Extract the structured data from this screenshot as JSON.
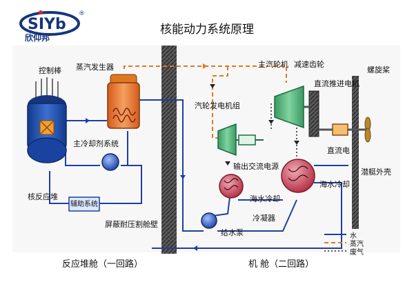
{
  "brand": {
    "logo_text": "SIYb",
    "subtitle": "欣仰邦",
    "trademark": "®"
  },
  "title": "核能动力系统原理",
  "labels": {
    "control_rod": "控制棒",
    "steam_generator": "蒸汽发生器",
    "main_coolant_system": "主冷却剂系统",
    "reactor": "核反应堆",
    "auxiliary_system": "辅助系统",
    "shield_bulkhead": "屏蔽耐压割舱壁",
    "turbo_generator": "汽轮发电机组",
    "ac_output": "输出交流电源",
    "main_turbine": "主汽轮机",
    "reduction_gear": "减速齿轮",
    "dc_motor": "直流推进电机",
    "propeller": "螺旋桨",
    "dc_power": "直流电",
    "hull": "潜艇外壳",
    "seawater_cooling_1": "海水冷却",
    "seawater_cooling_2": "海水冷却",
    "condenser": "冷凝器",
    "feed_pump": "给水泵"
  },
  "legend": {
    "water": "水",
    "steam": "蒸汽",
    "exhaust": "废气"
  },
  "footer": {
    "left": "反应堆舱（一回路）",
    "right": "机 舱（二回路）"
  },
  "colors": {
    "water": "#1e3ea0",
    "steam": "#e07820",
    "exhaust": "#333333",
    "reactor": "#1f4fb0",
    "steam_generator": "#e0702a",
    "turbine": "#49b076",
    "heat_exchanger": "#c0394b",
    "bulkhead": "#4a4a4a"
  }
}
